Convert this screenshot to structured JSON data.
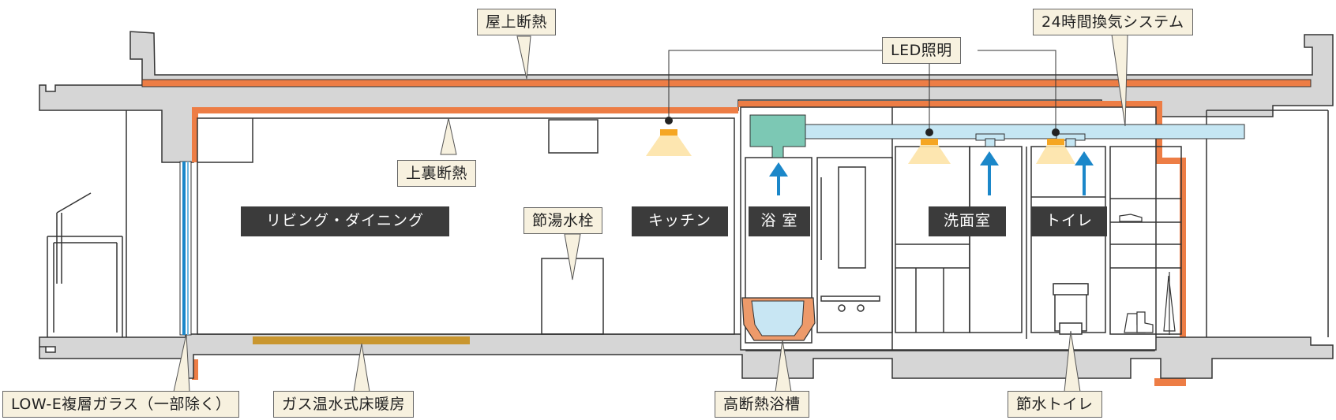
{
  "callouts": {
    "roof_insulation": "屋上断熱",
    "led_lighting": "LED照明",
    "ventilation_24h": "24時間換気システム",
    "ceiling_insulation": "上裏断熱",
    "water_saving_faucet": "節湯水栓",
    "low_e_glass": "LOW-E複層ガラス（一部除く）",
    "gas_floor_heating": "ガス温水式床暖房",
    "insulated_bathtub": "高断熱浴槽",
    "water_saving_toilet": "節水トイレ"
  },
  "rooms": {
    "living_dining": "リビング・ダイニング",
    "kitchen": "キッチン",
    "bathroom": "浴 室",
    "washroom": "洗面室",
    "toilet": "トイレ"
  },
  "colors": {
    "concrete": "#d6d6d6",
    "insulation": "#ed7d45",
    "duct": "#7cc8b4",
    "arrow": "#1b87c9",
    "callout_bg": "#f7f1df",
    "label_bg": "#3b3b3b",
    "floor_heating": "#c9962f",
    "light": "#f5a623"
  },
  "icons": [
    "led-light-icon",
    "airflow-arrow-icon",
    "shoes-icon",
    "boots-icon",
    "umbrella-icon",
    "toilet-icon",
    "bathtub-icon",
    "refrigerator-icon"
  ]
}
